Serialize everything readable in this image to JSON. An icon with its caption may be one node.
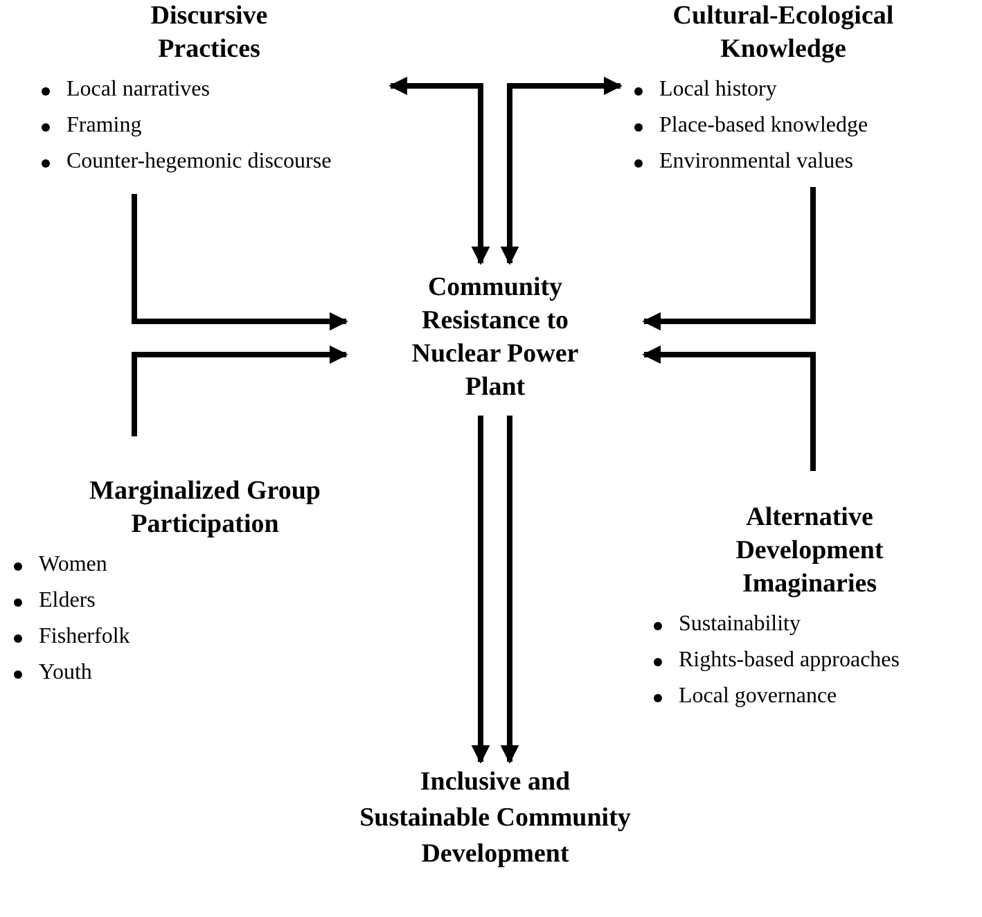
{
  "diagram": {
    "nodes": [
      {
        "text": [
          "Discursive Practices",
          "Local narratives",
          "Framing",
          "Counter-hegemonic discourse"
        ]
      },
      {
        "text": [
          "Cultural-Ecological Knowledge",
          "Local history",
          "Place-based knowledge",
          "Environmental values"
        ]
      },
      {
        "text": [
          "Community Resistance to Nuclear Power Plant"
        ]
      },
      {
        "text": [
          "Marginalized Group Participation",
          "Women",
          "Elders",
          "Fisherfolk",
          "Youth"
        ]
      },
      {
        "text": [
          "Alternative Development Imaginaries",
          "Sustainability",
          "Rights-based approaches",
          "Local governance"
        ]
      },
      {
        "text": [
          "Inclusive and Sustainable Community Development"
        ]
      }
    ],
    "edges": [
      {
        "from": 0,
        "to": 2,
        "arrow": "both"
      },
      {
        "from": 1,
        "to": 2,
        "arrow": "both"
      },
      {
        "from": 0,
        "to": 2,
        "arrow": "to"
      },
      {
        "from": 3,
        "to": 2,
        "arrow": "to"
      },
      {
        "from": 1,
        "to": 2,
        "arrow": "to"
      },
      {
        "from": 4,
        "to": 2,
        "arrow": "to"
      },
      {
        "from": 2,
        "to": 5,
        "arrow": "to"
      },
      {
        "from": 2,
        "to": 5,
        "arrow": "to"
      }
    ]
  }
}
